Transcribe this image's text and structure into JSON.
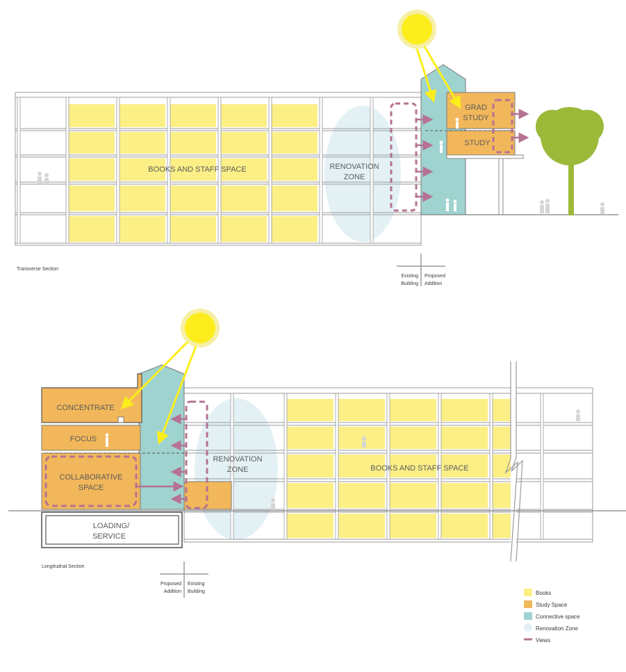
{
  "colors": {
    "books": "#fbef86",
    "study": "#f2b75a",
    "connective": "#9fd3d0",
    "renovation": "#e3f1f5",
    "views": "#b57293",
    "sun": "#fbee1c",
    "sun_glow": "#f6efa6",
    "tree": "#9cb93a",
    "structure": "#9a9a9a"
  },
  "transverse": {
    "caption": "Transverse Section",
    "books_label": "BOOKS AND STAFF SPACE",
    "renovation_label_1": "RENOVATION",
    "renovation_label_2": "ZONE",
    "grad_study_1": "GRAD",
    "grad_study_2": "STUDY",
    "study": "STUDY",
    "key_left_1": "Existing",
    "key_left_2": "Building",
    "key_right_1": "Proposed",
    "key_right_2": "Addition"
  },
  "longitudinal": {
    "caption": "Longitudnal Section",
    "concentrate": "CONCENTRATE",
    "focus": "FOCUS",
    "collab_1": "COLLABORATIVE",
    "collab_2": "SPACE",
    "loading_1": "LOADING/",
    "loading_2": "SERVICE",
    "renovation_label_1": "RENOVATION",
    "renovation_label_2": "ZONE",
    "books_label": "BOOKS AND STAFF SPACE",
    "key_left_1": "Proposed",
    "key_left_2": "Addition",
    "key_right_1": "Existing",
    "key_right_2": "Building"
  },
  "legend": {
    "items": [
      {
        "key": "books",
        "label": "Books",
        "marker": "square"
      },
      {
        "key": "study",
        "label": "Study Space",
        "marker": "square"
      },
      {
        "key": "connective",
        "label": "Connective space",
        "marker": "square"
      },
      {
        "key": "renovation",
        "label": "Renovation Zone",
        "marker": "circle"
      },
      {
        "key": "views",
        "label": "Views",
        "marker": "line"
      }
    ]
  }
}
